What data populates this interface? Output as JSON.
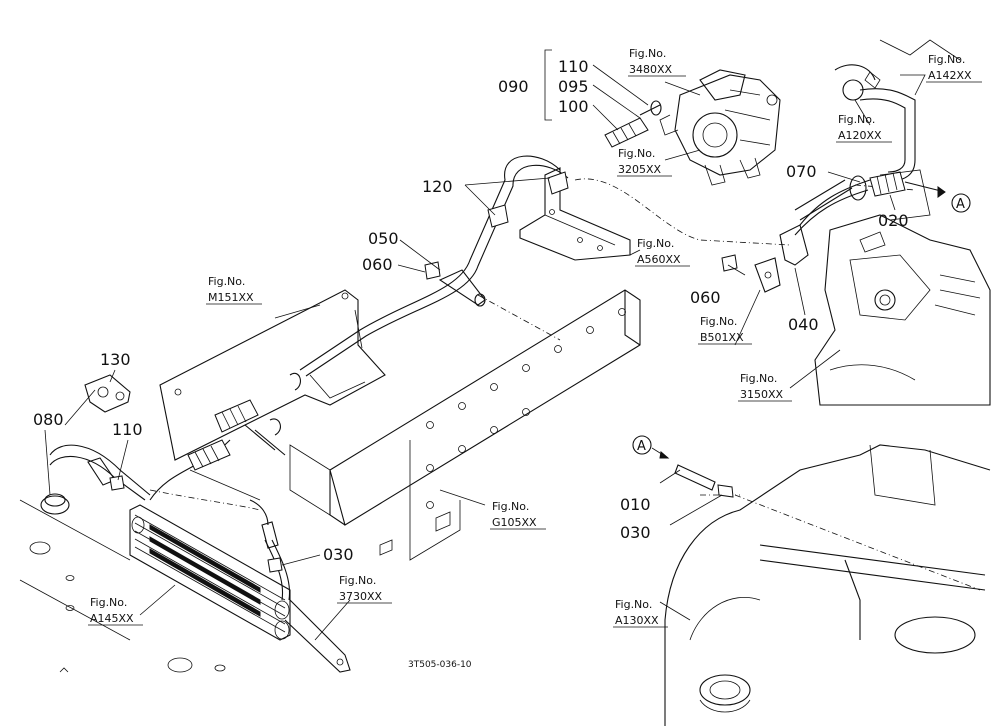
{
  "diagram_code": "3T505-036-10",
  "callouts": {
    "c090": "090",
    "c095": "095",
    "c100": "100",
    "c110_top": "110",
    "c120": "120",
    "c050": "050",
    "c060_left": "060",
    "c060_right": "060",
    "c070": "070",
    "c020": "020",
    "c040": "040",
    "c130": "130",
    "c080": "080",
    "c110_left": "110",
    "c030_left": "030",
    "c010": "010",
    "c030_right": "030",
    "marker_a1": "A",
    "marker_a2": "A"
  },
  "figure_refs": [
    {
      "id": "f3480",
      "prefix": "Fig.No.",
      "code": "3480XX"
    },
    {
      "id": "f3205",
      "prefix": "Fig.No.",
      "code": "3205XX"
    },
    {
      "id": "fA142",
      "prefix": "Fig.No.",
      "code": "A142XX"
    },
    {
      "id": "fA120",
      "prefix": "Fig.No.",
      "code": "A120XX"
    },
    {
      "id": "fA560",
      "prefix": "Fig.No.",
      "code": "A560XX"
    },
    {
      "id": "fM151",
      "prefix": "Fig.No.",
      "code": "M151XX"
    },
    {
      "id": "fB501",
      "prefix": "Fig.No.",
      "code": "B501XX"
    },
    {
      "id": "f3150",
      "prefix": "Fig.No.",
      "code": "3150XX"
    },
    {
      "id": "fG105",
      "prefix": "Fig.No.",
      "code": "G105XX"
    },
    {
      "id": "f3730",
      "prefix": "Fig.No.",
      "code": "3730XX"
    },
    {
      "id": "fA145",
      "prefix": "Fig.No.",
      "code": "A145XX"
    },
    {
      "id": "fA130",
      "prefix": "Fig.No.",
      "code": "A130XX"
    }
  ]
}
